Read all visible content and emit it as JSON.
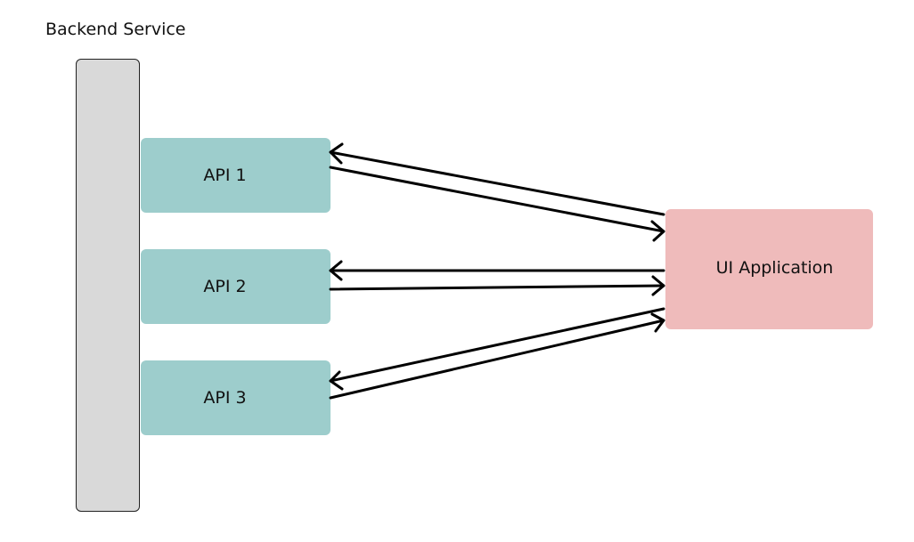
{
  "title": "Backend Service",
  "apis": [
    {
      "label": "API 1"
    },
    {
      "label": "API 2"
    },
    {
      "label": "API 3"
    }
  ],
  "ui_app": {
    "label": "UI Application"
  },
  "colors": {
    "backend_fill": "#d9d9d9",
    "api_fill": "#9dcdcc",
    "ui_fill": "#efbbbb",
    "arrow": "#000000"
  }
}
